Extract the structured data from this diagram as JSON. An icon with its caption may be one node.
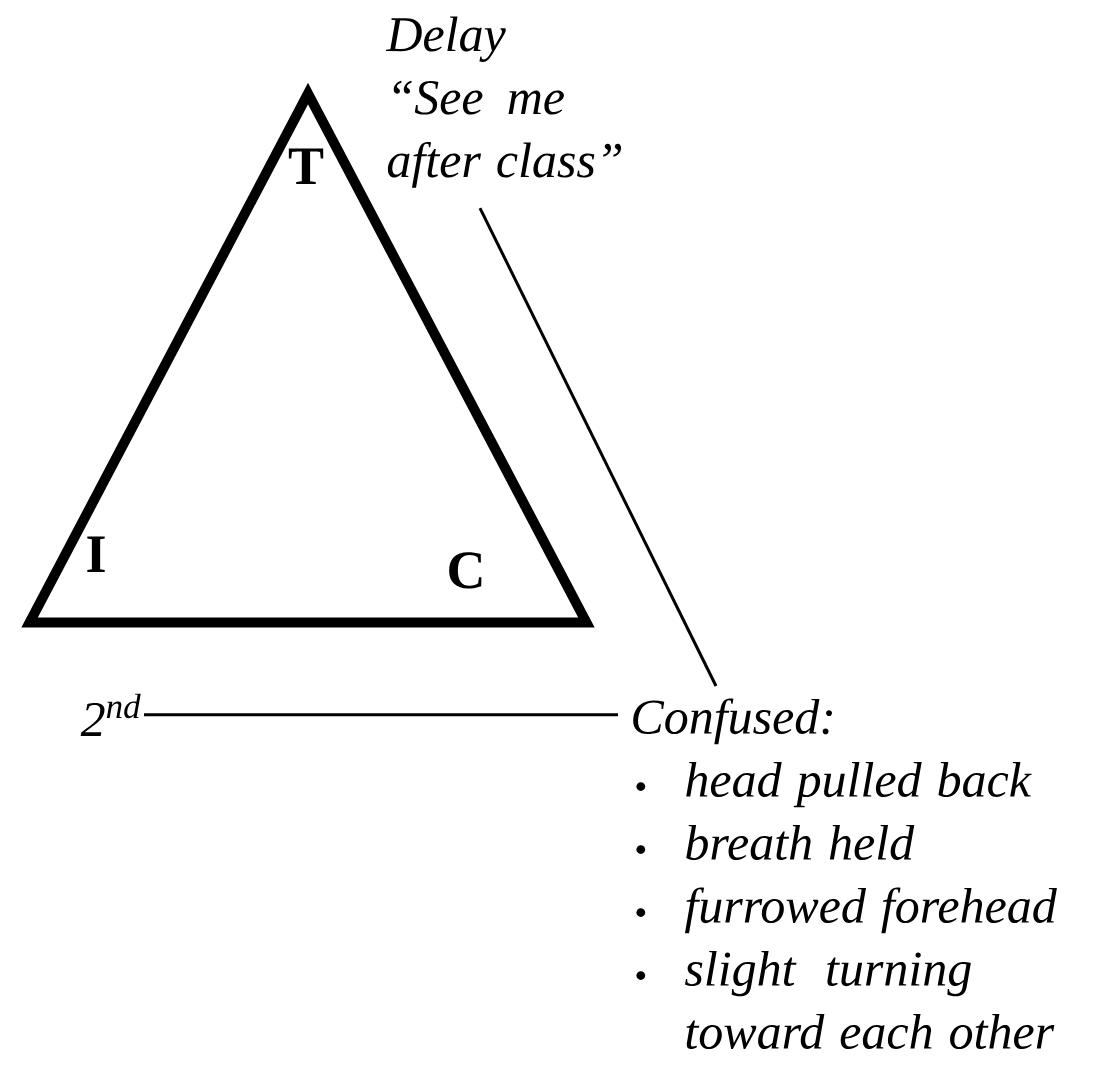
{
  "diagram": {
    "nodes": [
      {
        "text": [
          "T",
          "I",
          "C"
        ]
      },
      {
        "text": [
          "Delay",
          "“See me after class”"
        ]
      },
      {
        "text": [
          "2$^{nd}$"
        ]
      },
      {
        "text": [
          "Confused:",
          "head pulled back",
          "breath held",
          "furrowed forehead",
          "slight turning toward each other"
        ]
      }
    ],
    "edges": [
      {
        "from": 1,
        "to": 3,
        "arrow": "none"
      },
      {
        "from": 2,
        "to": 3,
        "arrow": "none"
      }
    ]
  }
}
